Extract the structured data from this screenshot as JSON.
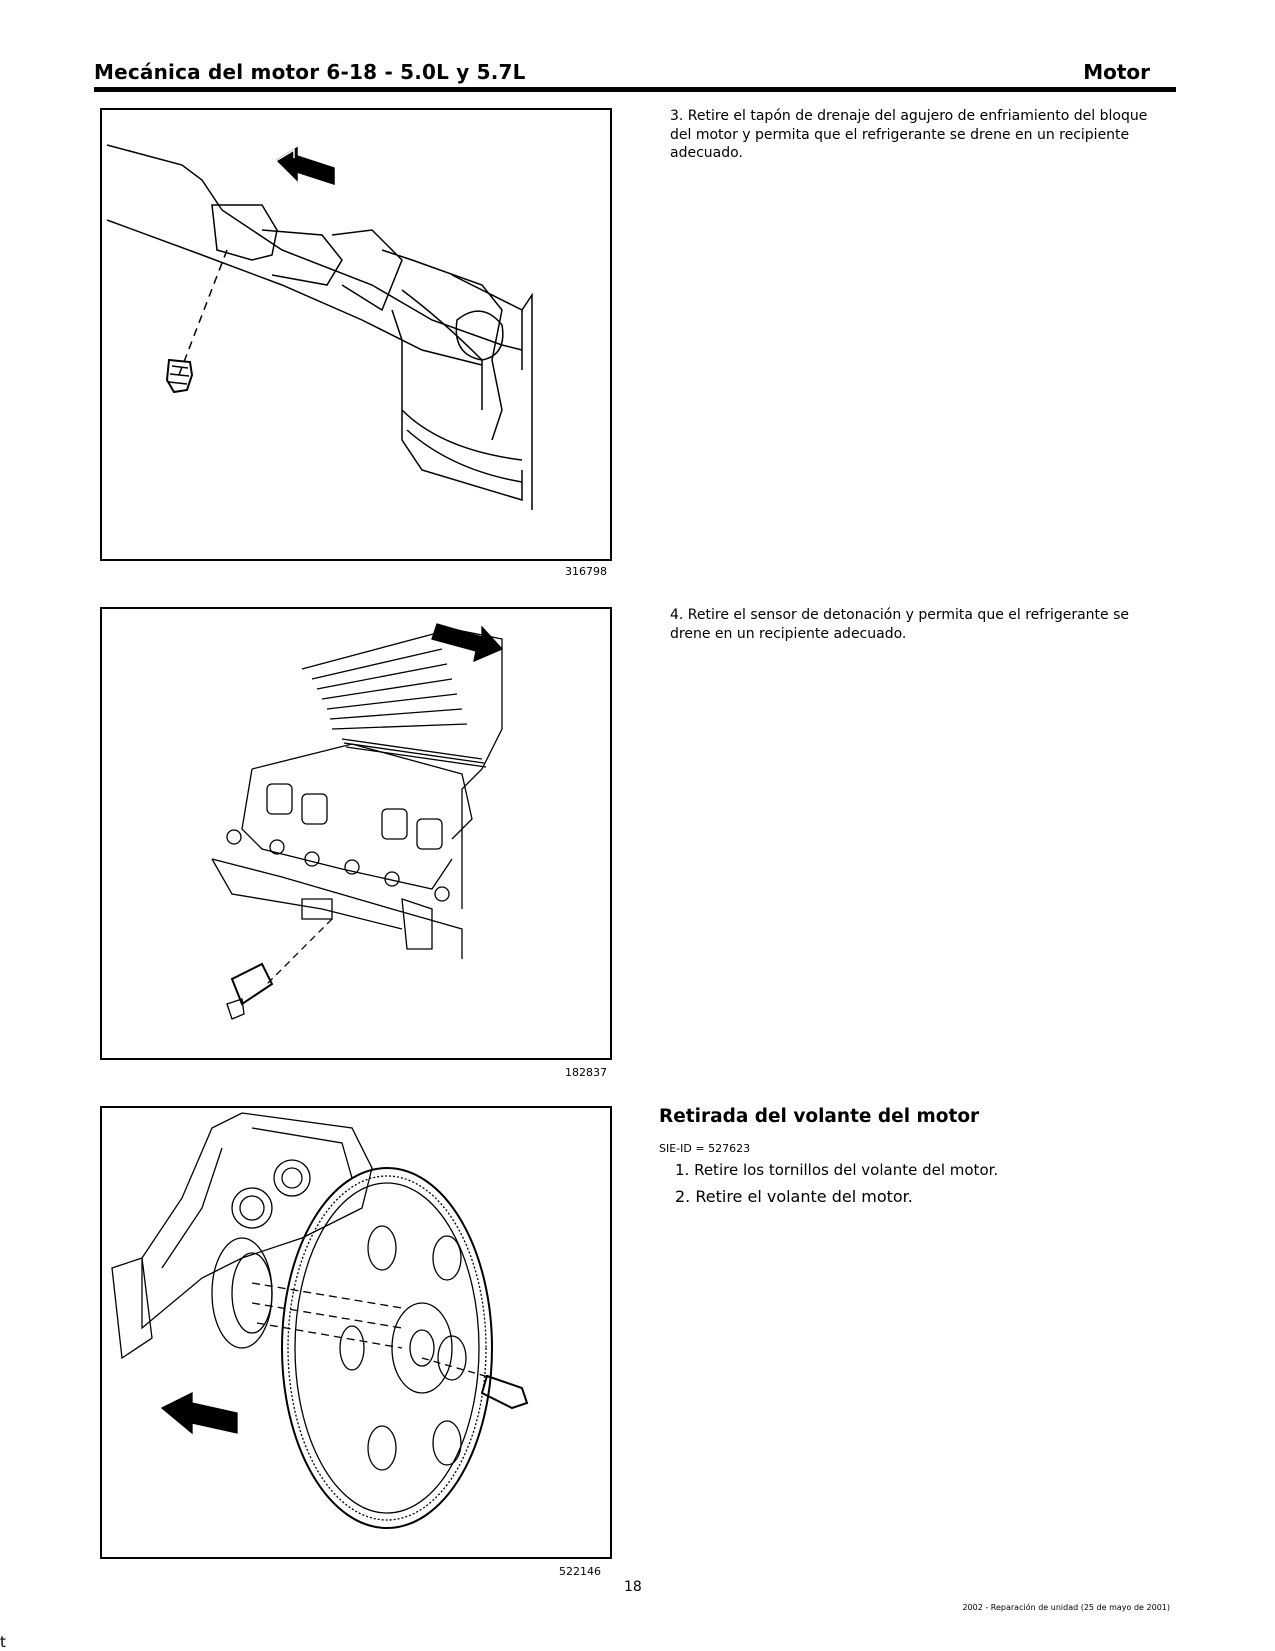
{
  "header": {
    "title": "Mecánica del motor 6-18 - 5.0L y 5.7L",
    "section": "Motor"
  },
  "figures": [
    {
      "id": "316798",
      "icon": "coolant-drain-plug-illustration"
    },
    {
      "id": "182837",
      "icon": "knock-sensor-illustration"
    },
    {
      "id": "522146",
      "icon": "flywheel-illustration"
    }
  ],
  "steps": {
    "step3": "3. Retire el tapón de drenaje del agujero de enfriamiento del bloque del motor y permita que el refrigerante se drene en un recipiente adecuado.",
    "step4": "4. Retire el sensor de detonación y permita que el refrigerante se drene en un recipiente adecuado."
  },
  "flywheel_section": {
    "heading": "Retirada del volante del motor",
    "sie_id": "SIE-ID = 527623",
    "items": [
      "1. Retire los tornillos del volante del motor.",
      "2. Retire el volante del motor."
    ]
  },
  "footer": {
    "page_number": "18",
    "note": "2002 - Reparación de unidad (25 de mayo de 2001)",
    "corner_mark": "t"
  }
}
